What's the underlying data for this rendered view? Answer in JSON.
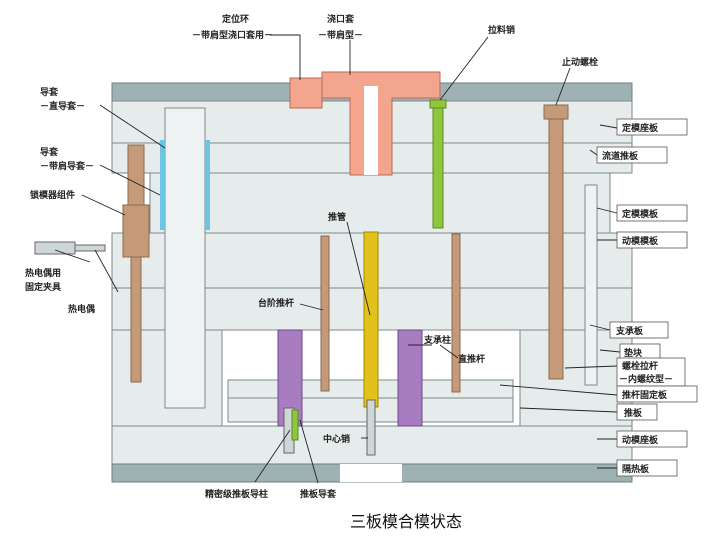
{
  "caption": "三板模合模状态",
  "labels": {
    "locating_ring_title": "定位环",
    "locating_ring_sub": "－带肩型浇口套用－",
    "sprue_bushing_title": "浇口套",
    "sprue_bushing_sub": "－带肩型－",
    "sprue_puller": "拉料销",
    "stop_bolt": "止动螺栓",
    "guide_bush_1_title": "导套",
    "guide_bush_1_sub": "－直导套－",
    "guide_bush_2_title": "导套",
    "guide_bush_2_sub": "－带肩导套－",
    "locking_unit": "锁模器组件",
    "thermocouple_clamp_1": "热电偶用",
    "thermocouple_clamp_2": "固定夹具",
    "thermocouple": "热电偶",
    "ejector_sleeve": "推管",
    "stepped_ejector_pin": "台阶推杆",
    "support_pillar": "支承柱",
    "straight_ejector_pin": "直推杆",
    "center_pin": "中心销",
    "precision_guide_pillar": "精密级推板导柱",
    "ejector_guide_bush": "推板导套",
    "top_clamp_plate": "定模座板",
    "runner_stripper_plate": "流道推板",
    "cavity_plate": "定模模板",
    "core_plate": "动模模板",
    "support_plate": "支承板",
    "spacer_block": "垫块",
    "bolt_puller_1": "螺栓拉杆",
    "bolt_puller_2": "－内螺纹型－",
    "ejector_retainer_plate": "推杆固定板",
    "ejector_plate": "推板",
    "bottom_clamp_plate": "动模座板",
    "insulation_plate": "隔热板"
  },
  "colors": {
    "plate": "#e6ecec",
    "insulation": "#9fb2b3",
    "sprue_bushing": "#f3a58e",
    "sprue_puller": "#8ec63f",
    "bolts": "#c49a78",
    "guide_bush": "#6cc6e2",
    "support_pillar": "#a77cc0",
    "ejector_sleeve": "#e2c21a"
  }
}
